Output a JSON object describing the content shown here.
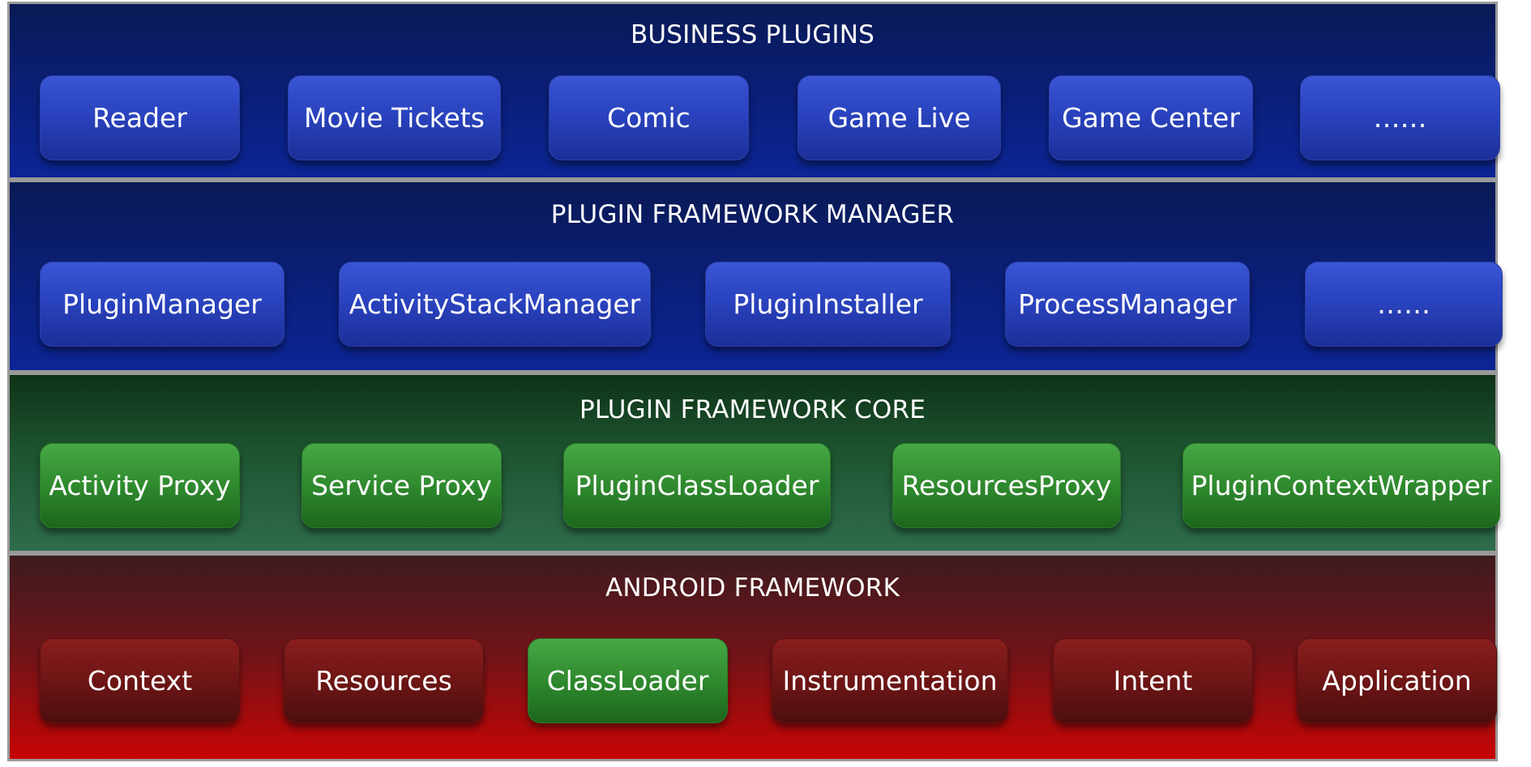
{
  "layers": {
    "business": {
      "title": "BUSINESS PLUGINS",
      "items": [
        "Reader",
        "Movie Tickets",
        "Comic",
        "Game Live",
        "Game Center",
        "……"
      ]
    },
    "manager": {
      "title": "PLUGIN FRAMEWORK MANAGER",
      "items": [
        "PluginManager",
        "ActivityStackManager",
        "PluginInstaller",
        "ProcessManager",
        "……"
      ]
    },
    "core": {
      "title": "PLUGIN FRAMEWORK CORE",
      "items": [
        "Activity Proxy",
        "Service Proxy",
        "PluginClassLoader",
        "ResourcesProxy",
        "PluginContextWrapper"
      ]
    },
    "android": {
      "title": "ANDROID FRAMEWORK",
      "items": [
        "Context",
        "Resources",
        "ClassLoader",
        "Instrumentation",
        "Intent",
        "Application"
      ]
    }
  },
  "colors": {
    "blue_layer": "#0b1f7a",
    "green_layer": "#1e5530",
    "red_layer": "#731418",
    "blue_box": "#2a43bf",
    "green_box": "#2f8a2e",
    "red_box": "#6e1515"
  }
}
